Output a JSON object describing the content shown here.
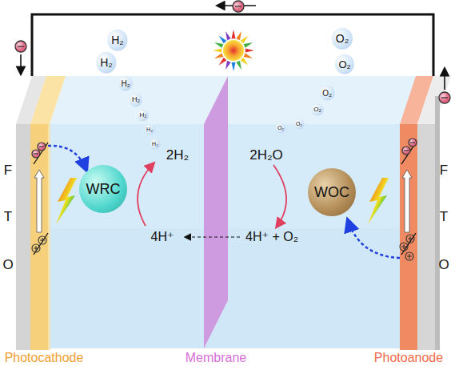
{
  "diagram": {
    "nodes": [
      {
        "text": [
          "WRC"
        ]
      },
      {
        "text": [
          "WOC"
        ]
      }
    ],
    "labels": [
      "H₂",
      "H₂",
      "H₂",
      "H₂",
      "H₂",
      "H₂",
      "H₂",
      "O₂",
      "O₂",
      "O₂",
      "O₂",
      "O₂",
      "O₂",
      "2H₂",
      "2H₂O",
      "4H⁺",
      "4H⁺ + O₂",
      "F",
      "T",
      "O",
      "F",
      "T",
      "O",
      "Photocathode",
      "Membrane",
      "Photoanode"
    ]
  }
}
